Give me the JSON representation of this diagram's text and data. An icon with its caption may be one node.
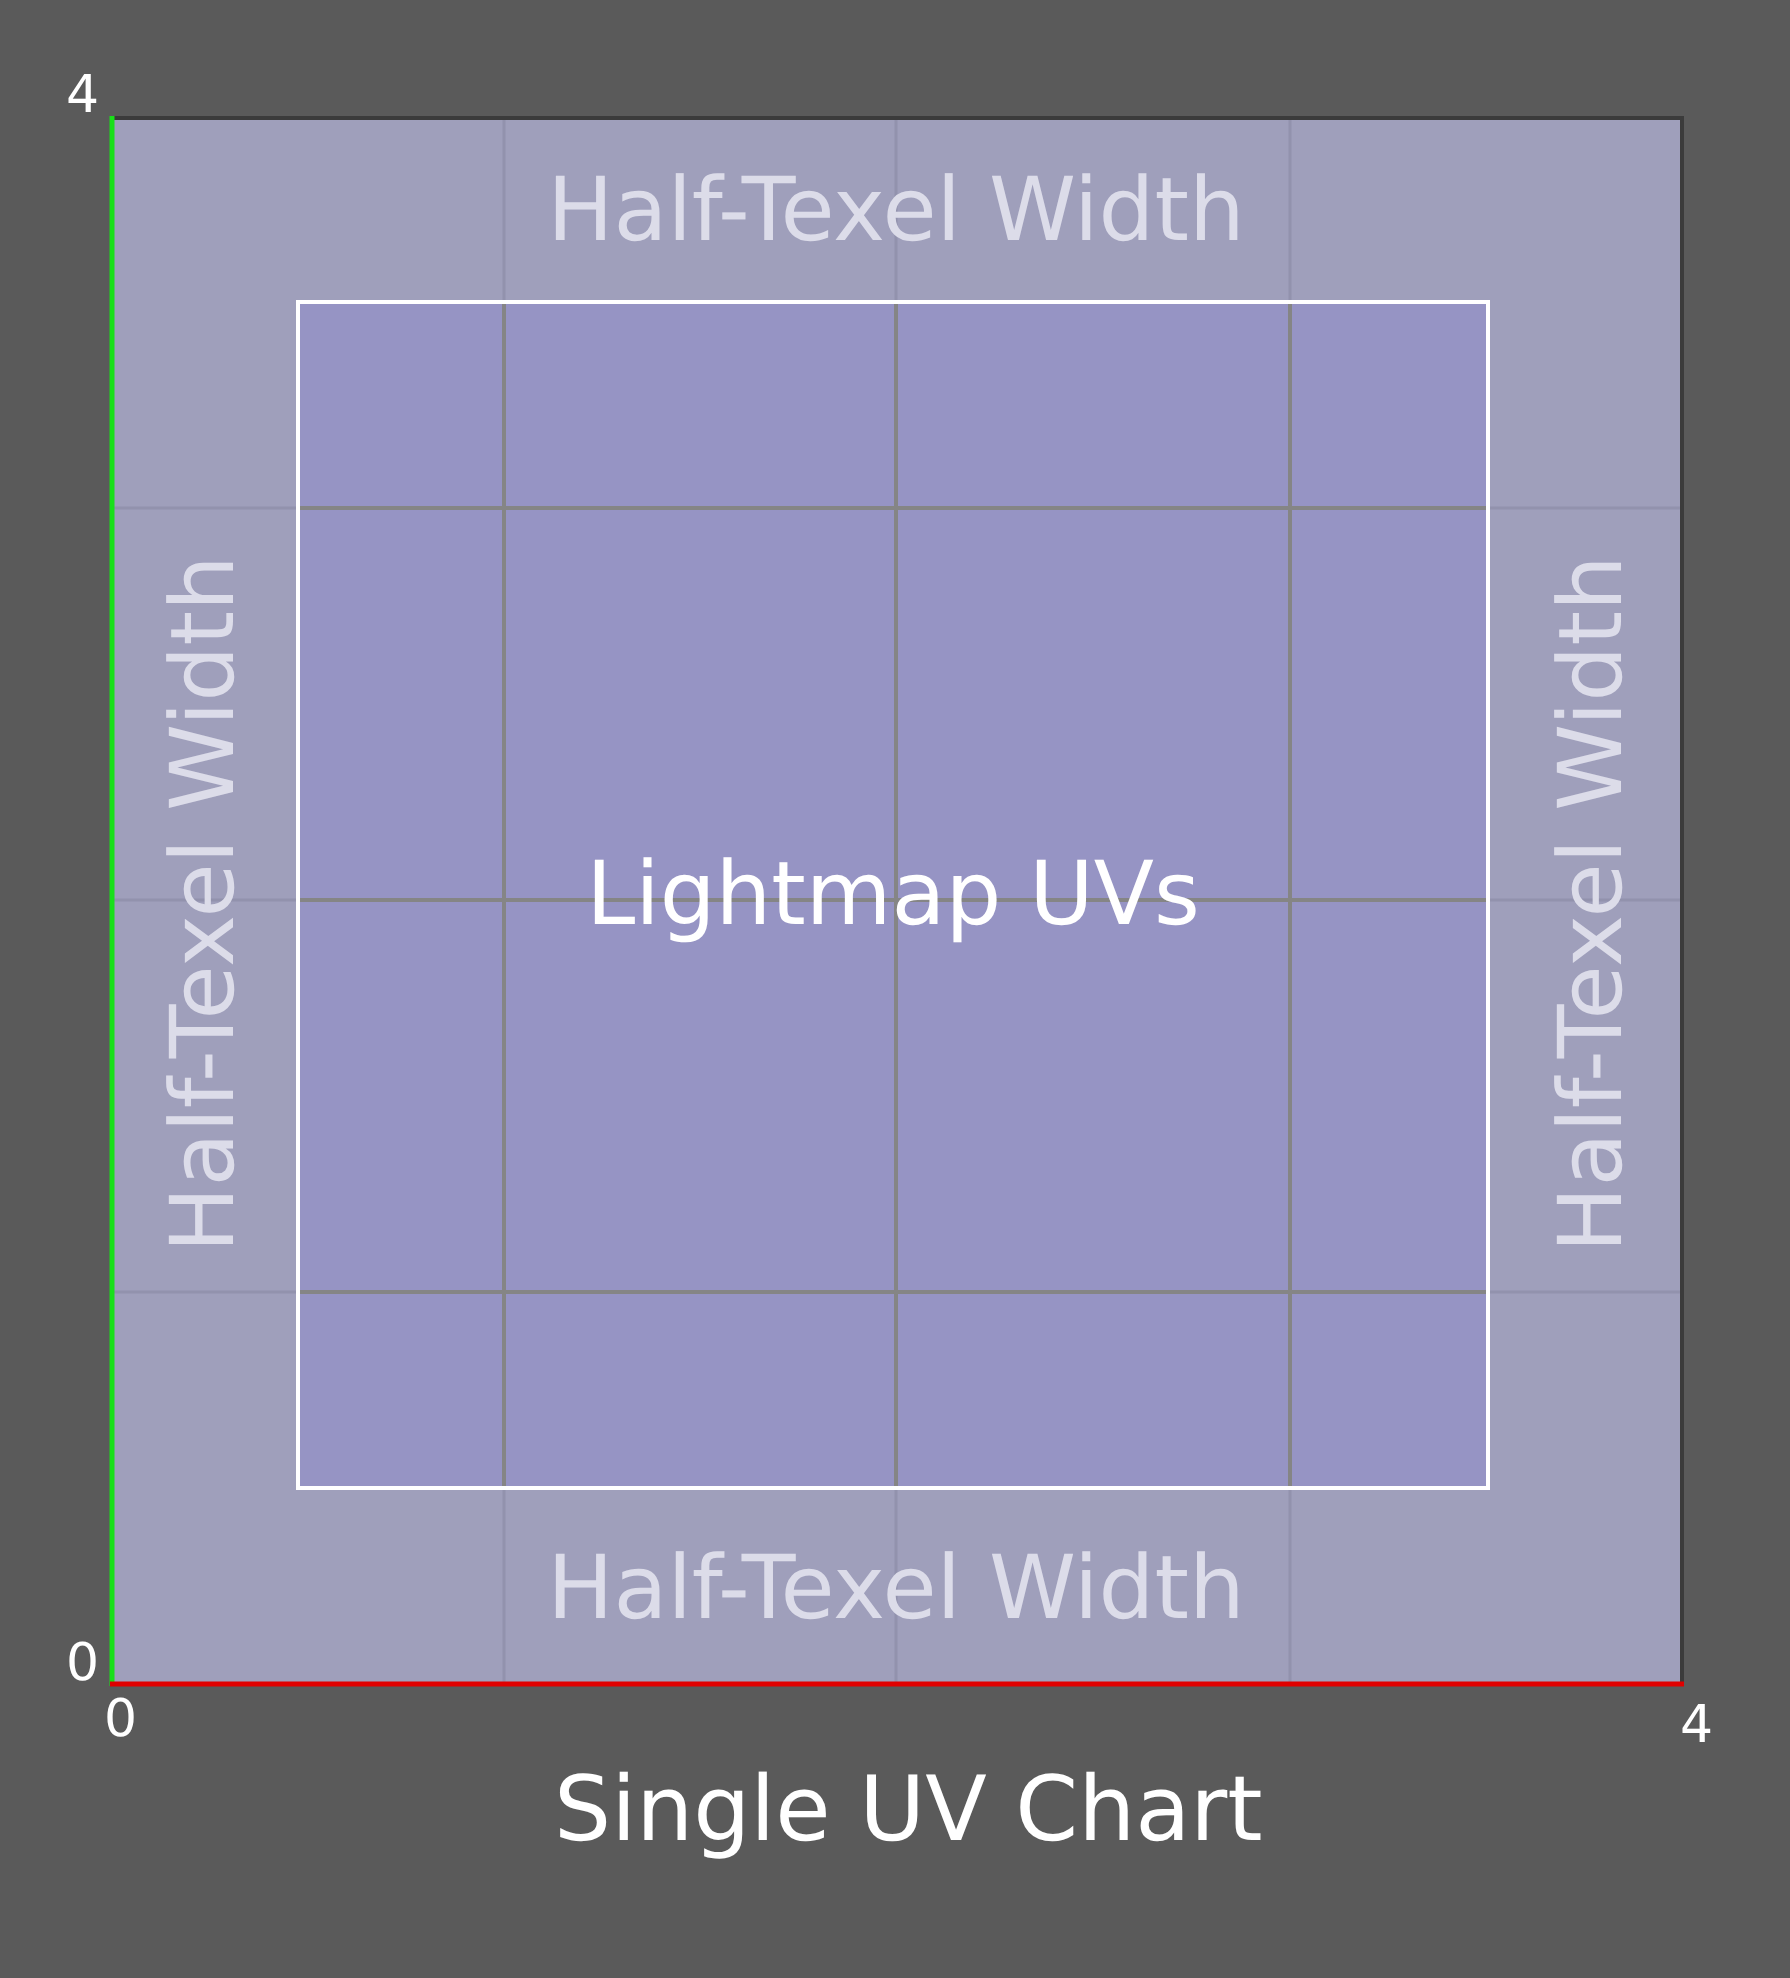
{
  "diagram": {
    "caption": "Single UV Chart",
    "nodes": [
      {
        "text": [
          "Half-Texel Width",
          "Half-Texel Width",
          "Half-Texel Width",
          "Half-Texel Width"
        ]
      },
      {
        "text": [
          "Lightmap UVs"
        ],
        "in": 0
      }
    ],
    "labels": [
      "4",
      "0",
      "0",
      "4"
    ]
  }
}
